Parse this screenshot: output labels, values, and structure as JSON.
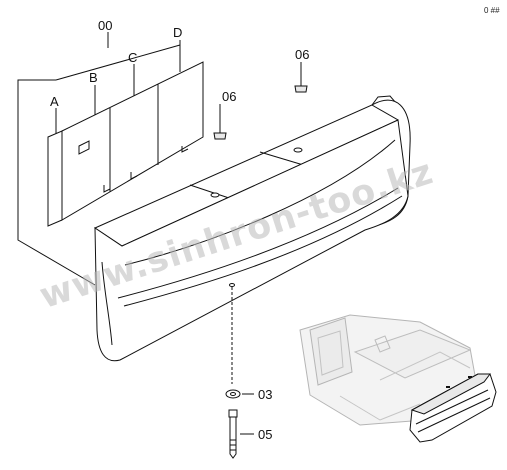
{
  "corner_code": "0 ##",
  "watermark": "www.sinhron-too.kz",
  "labels": {
    "assembly": "00",
    "plate_a": "A",
    "plate_b": "B",
    "plate_c": "C",
    "plate_d": "D",
    "cap_top": "06",
    "cap_left": "06",
    "washer": "03",
    "bolt": "05"
  }
}
